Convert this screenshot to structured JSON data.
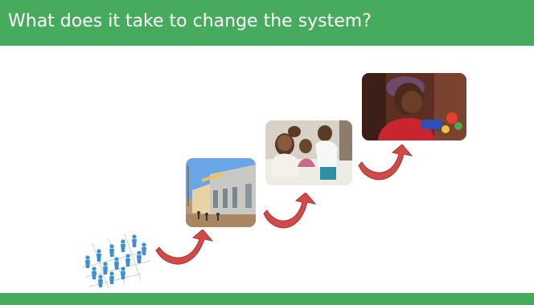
{
  "slide": {
    "title": "What does it take to change the system?"
  },
  "colors": {
    "bar_green": "#46ab5d",
    "arrow_red": "#d24a47",
    "figure_blue": "#3d8fd1"
  },
  "images": [
    {
      "name": "people-network-icon"
    },
    {
      "name": "school-building-photo"
    },
    {
      "name": "family-photo"
    },
    {
      "name": "child-playing-photo"
    }
  ]
}
